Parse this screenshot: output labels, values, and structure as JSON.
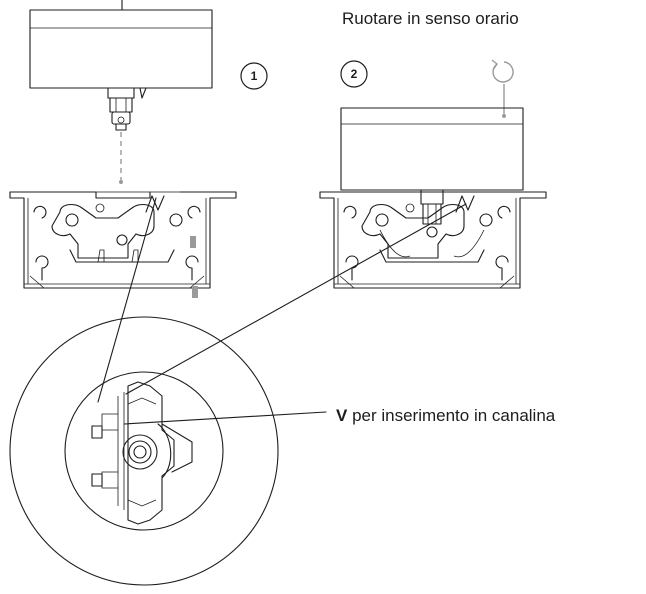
{
  "instruction_label": "Ruotare in senso orario",
  "step_1": "1",
  "step_2": "2",
  "callout": {
    "bold": "V",
    "text": " per inserimento in canalina"
  },
  "colors": {
    "line": "#1d1d1b",
    "hint_gray": "#9a9a9a",
    "background": "#ffffff"
  },
  "icons": [
    "rotate-clockwise-icon"
  ]
}
